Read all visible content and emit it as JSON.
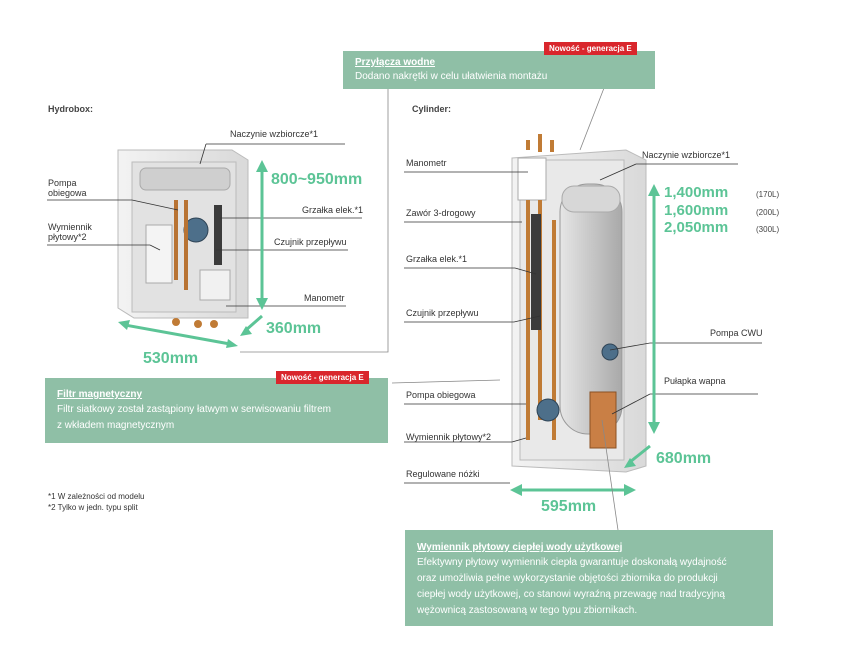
{
  "hydrobox": {
    "title": "Hydrobox:",
    "labels": {
      "naczynie": "Naczynie wzbiorcze*1",
      "pompa": "Pompa obiegowa",
      "wymiennik": "Wymiennik płytowy*2",
      "grzalka": "Grzałka elek.*1",
      "czujnik": "Czujnik przepływu",
      "manometr": "Manometr"
    },
    "dims": {
      "height": "800~950mm",
      "depth": "360mm",
      "width": "530mm"
    }
  },
  "cylinder": {
    "title": "Cylinder:",
    "labels": {
      "manometr": "Manometr",
      "zawor": "Zawór 3-drogowy",
      "grzalka": "Grzałka elek.*1",
      "czujnik": "Czujnik przepływu",
      "pompa": "Pompa obiegowa",
      "wymiennik": "Wymiennik płytowy*2",
      "nozki": "Regulowane nóżki",
      "naczynie": "Naczynie wzbiorcze*1",
      "pompa_cwu": "Pompa CWU",
      "pulapka": "Pułapka wapna"
    },
    "heights": [
      {
        "value": "1,400mm",
        "cap": "(170L)"
      },
      {
        "value": "1,600mm",
        "cap": "(200L)"
      },
      {
        "value": "2,050mm",
        "cap": "(300L)"
      }
    ],
    "dims": {
      "depth": "680mm",
      "width": "595mm"
    }
  },
  "callouts": {
    "przylacza": {
      "badge": "Nowość - generacja E",
      "title": "Przyłącza wodne",
      "text": "Dodano nakrętki w celu ułatwienia montażu"
    },
    "filtr": {
      "badge": "Nowość - generacja E",
      "title": "Filtr magnetyczny",
      "line1": "Filtr siatkowy został zastąpiony łatwym w serwisowaniu filtrem",
      "line2": "z wkładem magnetycznym"
    },
    "wymiennik": {
      "title": "Wymiennik płytowy ciepłej wody użytkowej",
      "lines": [
        "Efektywny płytowy wymiennik ciepła gwarantuje doskonałą wydajność",
        "oraz umożliwia pełne wykorzystanie objętości zbiornika do produkcji",
        "ciepłej wody użytkowej, co stanowi wyraźną przewagę nad tradycyjną",
        "wężownicą zastosowaną w tego typu zbiornikach."
      ]
    }
  },
  "footnotes": {
    "n1": "*1 W zależności od modelu",
    "n2": "*2 Tylko w jedn. typu split"
  },
  "colors": {
    "accent_green": "#5cc496",
    "box_green": "#8fbfa6",
    "badge_red": "#d9262c"
  }
}
